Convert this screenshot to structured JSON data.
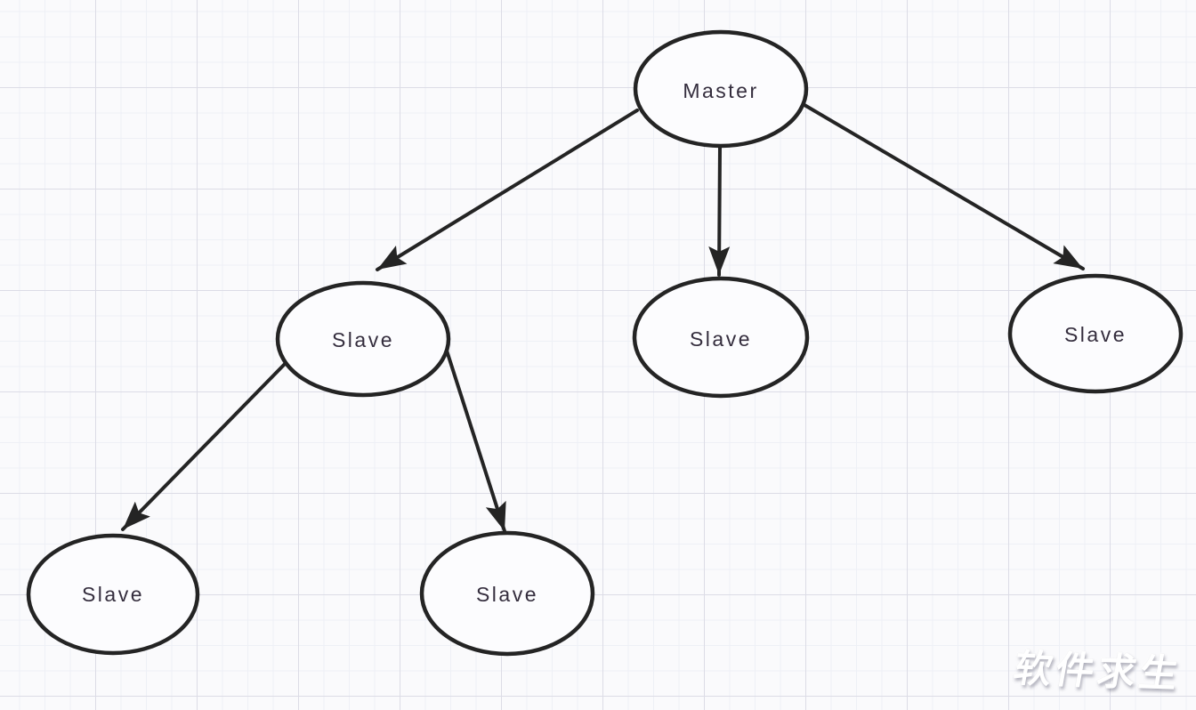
{
  "diagram": {
    "type": "tree",
    "nodes": [
      {
        "id": "master",
        "label": "Master",
        "level": 0
      },
      {
        "id": "slave-1",
        "label": "Slave",
        "level": 1
      },
      {
        "id": "slave-2",
        "label": "Slave",
        "level": 1
      },
      {
        "id": "slave-3",
        "label": "Slave",
        "level": 1
      },
      {
        "id": "slave-1-1",
        "label": "Slave",
        "level": 2
      },
      {
        "id": "slave-1-2",
        "label": "Slave",
        "level": 2
      }
    ],
    "edges": [
      {
        "from": "master",
        "to": "slave-1"
      },
      {
        "from": "master",
        "to": "slave-2"
      },
      {
        "from": "master",
        "to": "slave-3"
      },
      {
        "from": "slave-1",
        "to": "slave-1-1"
      },
      {
        "from": "slave-1",
        "to": "slave-1-2"
      }
    ]
  },
  "watermark": {
    "text": "软件求生"
  },
  "colors": {
    "background": "#fafafc",
    "grid_minor": "#eef0f6",
    "grid_major": "#dcdce6",
    "node_fill": "#fcfcfe",
    "stroke": "#242424",
    "label_text": "#342d3d",
    "watermark_text": "#ffffff"
  }
}
